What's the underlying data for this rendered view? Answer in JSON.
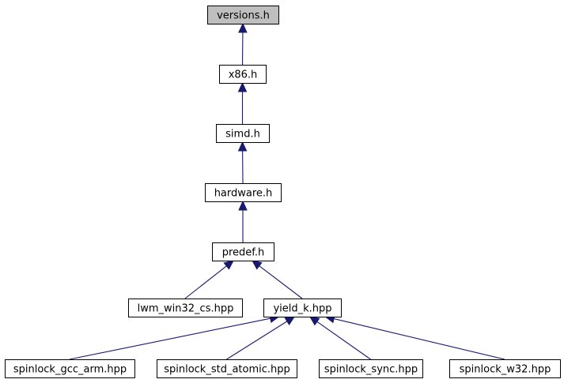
{
  "diagram": {
    "type": "include-dependency-graph",
    "colors": {
      "edge": "#191970",
      "node_border": "#000000",
      "node_fill": "#ffffff",
      "root_fill": "#bfbfbf"
    },
    "nodes": [
      {
        "id": "versions",
        "label": "versions.h",
        "root": true
      },
      {
        "id": "x86",
        "label": "x86.h"
      },
      {
        "id": "simd",
        "label": "simd.h"
      },
      {
        "id": "hardware",
        "label": "hardware.h"
      },
      {
        "id": "predef",
        "label": "predef.h"
      },
      {
        "id": "lwm",
        "label": "lwm_win32_cs.hpp"
      },
      {
        "id": "yield",
        "label": "yield_k.hpp"
      },
      {
        "id": "gcc_arm",
        "label": "spinlock_gcc_arm.hpp"
      },
      {
        "id": "std_atomic",
        "label": "spinlock_std_atomic.hpp"
      },
      {
        "id": "sync",
        "label": "spinlock_sync.hpp"
      },
      {
        "id": "w32",
        "label": "spinlock_w32.hpp"
      }
    ],
    "edges": [
      {
        "from": "x86",
        "to": "versions"
      },
      {
        "from": "simd",
        "to": "x86"
      },
      {
        "from": "hardware",
        "to": "simd"
      },
      {
        "from": "predef",
        "to": "hardware"
      },
      {
        "from": "lwm",
        "to": "predef"
      },
      {
        "from": "yield",
        "to": "predef"
      },
      {
        "from": "gcc_arm",
        "to": "yield"
      },
      {
        "from": "std_atomic",
        "to": "yield"
      },
      {
        "from": "sync",
        "to": "yield"
      },
      {
        "from": "w32",
        "to": "yield"
      }
    ]
  }
}
